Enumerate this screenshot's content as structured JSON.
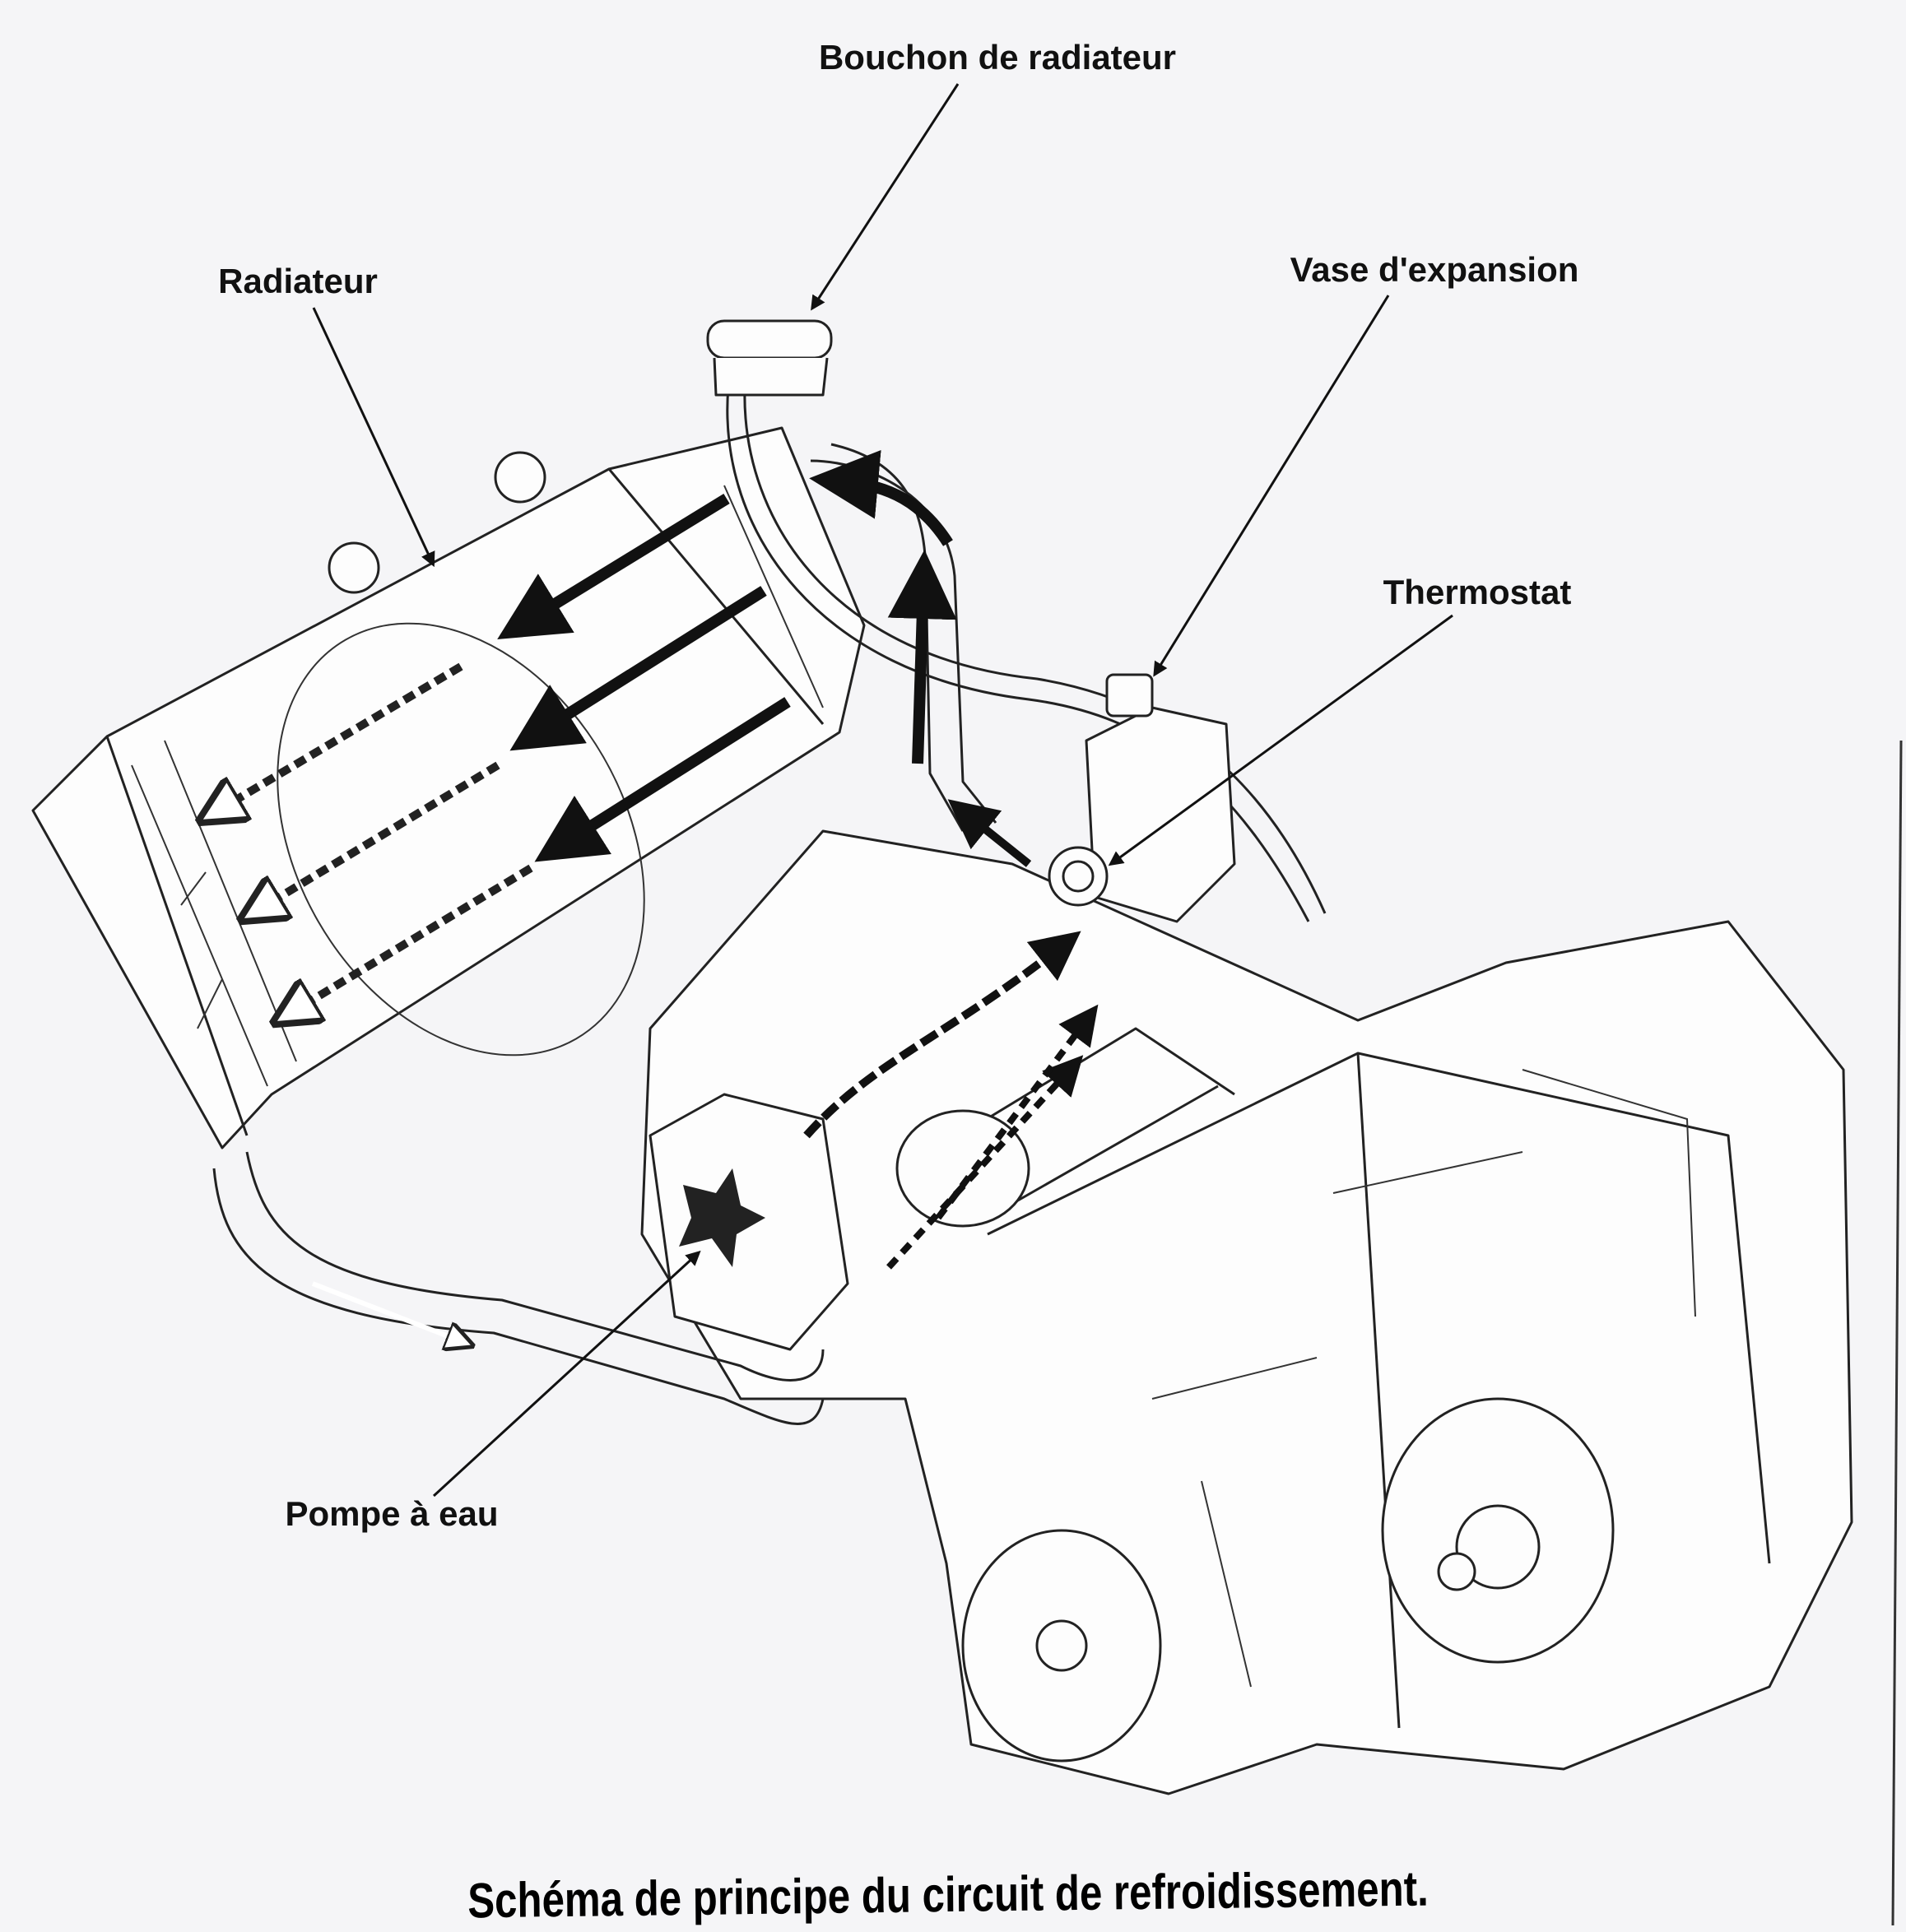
{
  "labels": {
    "radiator_cap": "Bouchon de radiateur",
    "radiator": "Radiateur",
    "expansion_tank": "Vase d'expansion",
    "thermostat": "Thermostat",
    "water_pump": "Pompe à eau"
  },
  "caption": "Schéma de principe du circuit de refroidissement.",
  "colors": {
    "line": "#222222",
    "arrow_hot": "#111111",
    "arrow_cold": "#ffffff",
    "paper": "#f5f5f7"
  }
}
